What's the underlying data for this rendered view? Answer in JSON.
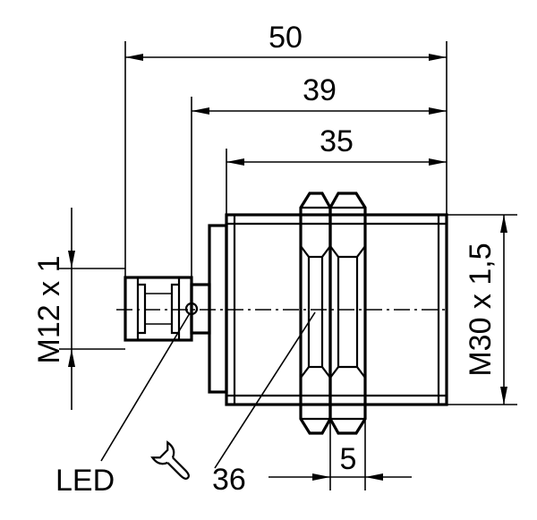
{
  "dimensions": {
    "overall_length": "50",
    "length_to_led": "39",
    "thread_length": "35",
    "nut_width": "5",
    "connector_thread": "M12 x 1",
    "body_thread": "M30 x 1,5",
    "wrench_size": "36"
  },
  "labels": {
    "led": "LED"
  },
  "icons": {
    "wrench": "wrench-icon"
  }
}
